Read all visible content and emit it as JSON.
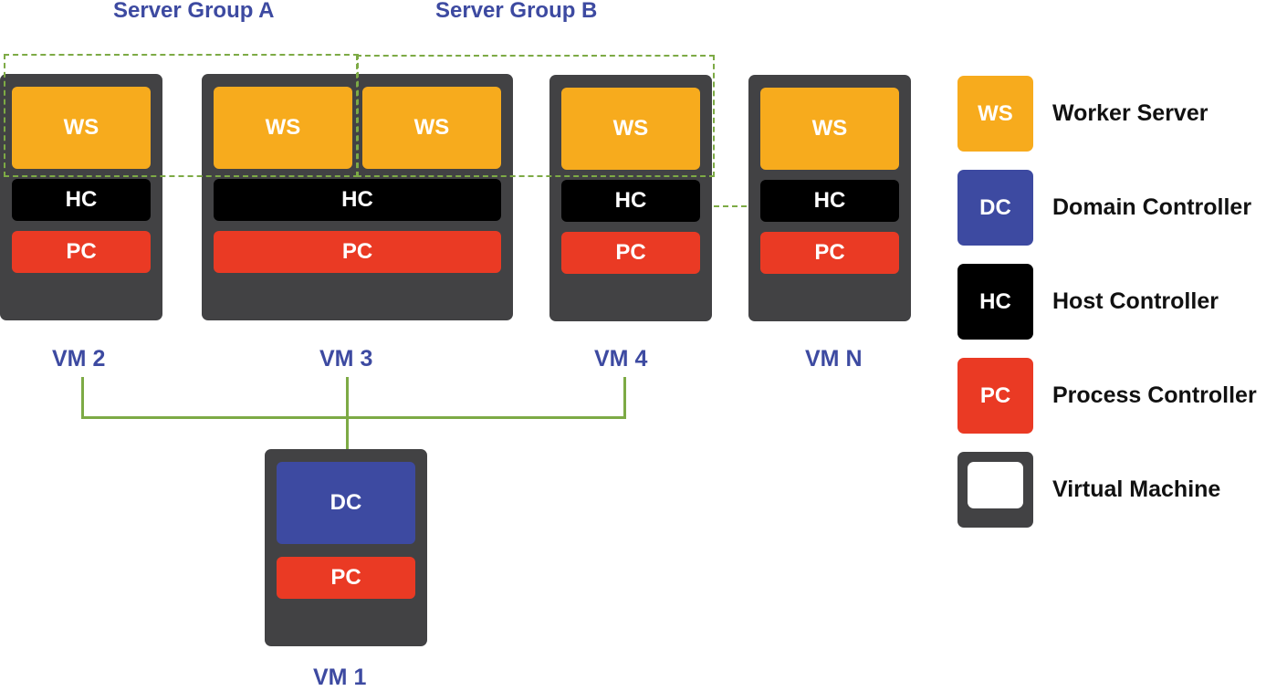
{
  "groups": {
    "a_title": "Server Group A",
    "b_title": "Server Group B"
  },
  "vms": {
    "vm2": {
      "label": "VM 2",
      "ws": "WS",
      "hc": "HC",
      "pc": "PC"
    },
    "vm3": {
      "label": "VM 3",
      "ws1": "WS",
      "ws2": "WS",
      "hc": "HC",
      "pc": "PC"
    },
    "vm4": {
      "label": "VM 4",
      "ws": "WS",
      "hc": "HC",
      "pc": "PC"
    },
    "vmn": {
      "label": "VM N",
      "ws": "WS",
      "hc": "HC",
      "pc": "PC"
    },
    "vm1": {
      "label": "VM 1",
      "dc": "DC",
      "pc": "PC"
    }
  },
  "legend": [
    {
      "abbr": "WS",
      "text": "Worker Server",
      "color": "#f7ab1d"
    },
    {
      "abbr": "DC",
      "text": "Domain Controller",
      "color": "#3d4aa1"
    },
    {
      "abbr": "HC",
      "text": "Host Controller",
      "color": "#000000"
    },
    {
      "abbr": "PC",
      "text": "Process Controller",
      "color": "#ea3a24"
    },
    {
      "abbr": "",
      "text": "Virtual Machine",
      "color": "#424244"
    }
  ],
  "colors": {
    "worker_server": "#f7ab1d",
    "domain_controller": "#3d4aa1",
    "host_controller": "#000000",
    "process_controller": "#ea3a24",
    "virtual_machine": "#424244",
    "connector": "#7daa45",
    "label": "#3d4aa1"
  }
}
